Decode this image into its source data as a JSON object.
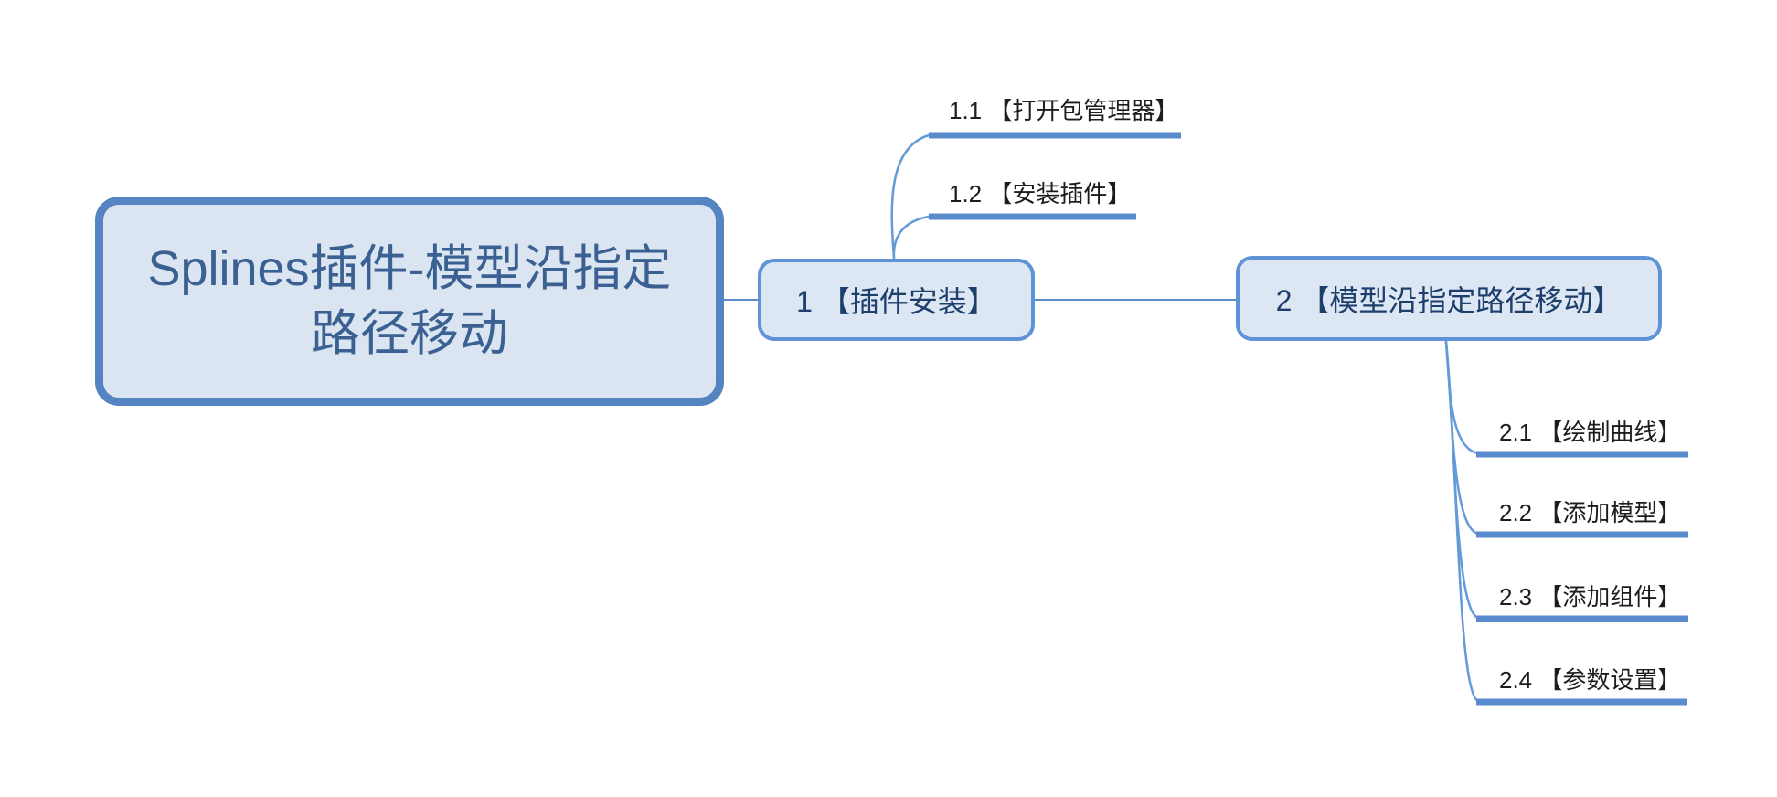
{
  "root": {
    "label": "Splines插件-模型沿指定路径移动"
  },
  "topics": [
    {
      "label": "1 【插件安装】",
      "subtopics": [
        {
          "label": "1.1 【打开包管理器】"
        },
        {
          "label": "1.2 【安装插件】"
        }
      ]
    },
    {
      "label": "2 【模型沿指定路径移动】",
      "subtopics": [
        {
          "label": "2.1 【绘制曲线】"
        },
        {
          "label": "2.2 【添加模型】"
        },
        {
          "label": "2.3 【添加组件】"
        },
        {
          "label": "2.4 【参数设置】"
        }
      ]
    }
  ],
  "palette": {
    "root_fill": "#dbe4f1",
    "root_border": "#5484c1",
    "root_text": "#3a6191",
    "topic_fill": "#dde7f4",
    "topic_border": "#5f93d8",
    "topic_text": "#1e3e6b",
    "subtopic_text": "#1d1d1f",
    "connector": "#5d8cc9",
    "branch_curve": "#639ad8",
    "underline": "#5a8bcd",
    "background": "#ffffff"
  }
}
